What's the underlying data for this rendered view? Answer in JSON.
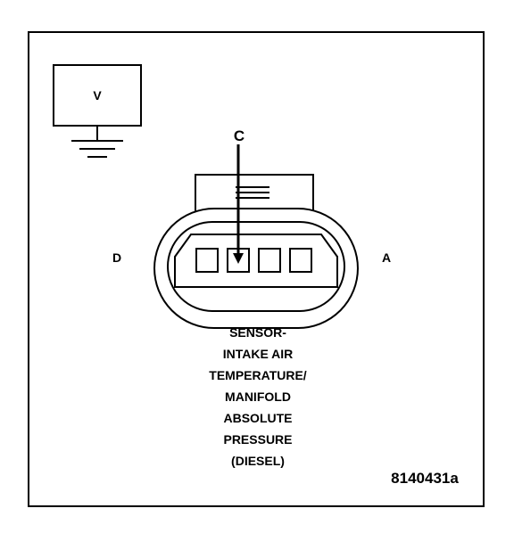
{
  "meter": {
    "label": "V"
  },
  "pin_labels": {
    "arrow_pin": "C",
    "left": "D",
    "right": "A"
  },
  "caption_lines": [
    "SENSOR-",
    "INTAKE AIR",
    "TEMPERATURE/",
    "MANIFOLD",
    "ABSOLUTE",
    "PRESSURE",
    "(DIESEL)"
  ],
  "figure_id": "8140431a",
  "colors": {
    "stroke": "#000000",
    "background": "#ffffff"
  }
}
